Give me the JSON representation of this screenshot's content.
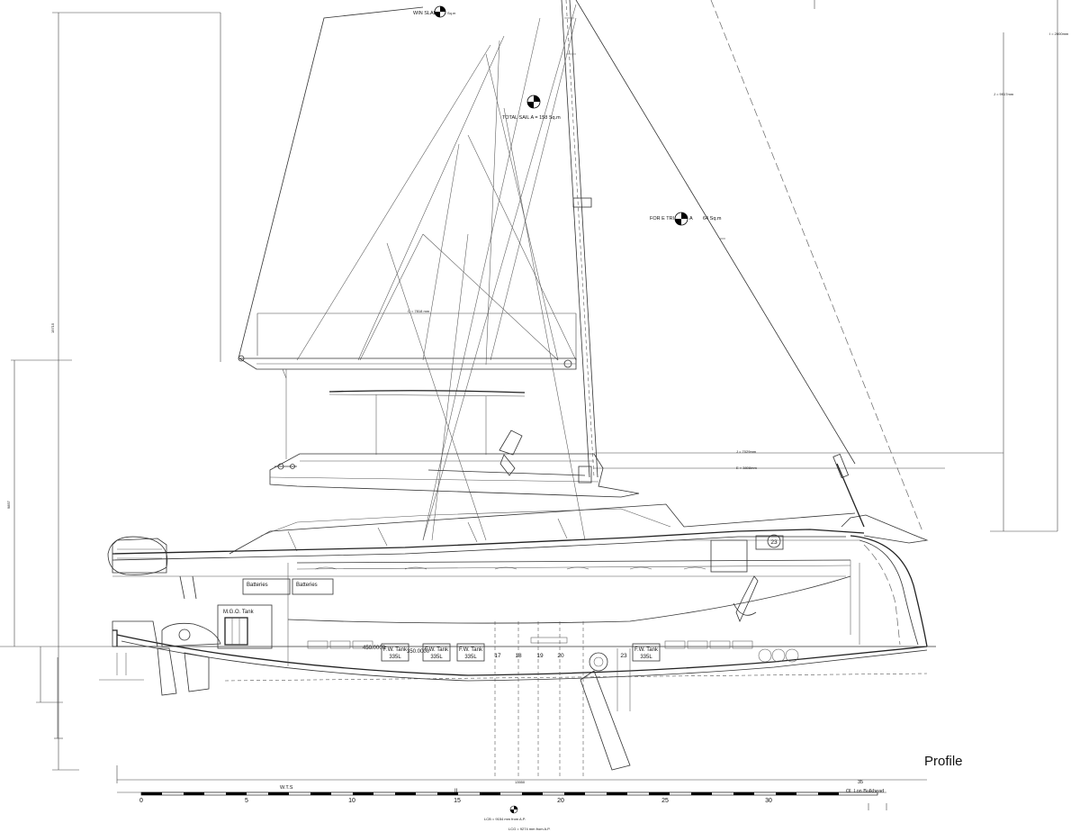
{
  "title": "Profile",
  "sail_labels": {
    "main_sail": "WIN SLAB",
    "main_sail_unit": "Sq.m",
    "total_sail": "TOTAL SAIL A = 158 Sq.m",
    "fore_triangle": "FOR E TRI",
    "fore_triangle_a": "A",
    "fore_triangle_area": "64 Sq.m"
  },
  "compartments": {
    "batteries_1": "Batteries",
    "batteries_2": "Batteries",
    "mgo_tank": "M.G.O. Tank",
    "mgo_cap_1": "450.0000",
    "mgo_cap_2": "350.0000"
  },
  "fw_tanks": [
    {
      "label": "F.W. Tank",
      "cap": "335L"
    },
    {
      "label": "F.W. Tank",
      "cap": "335L"
    },
    {
      "label": "F.W. Tank",
      "cap": "335L"
    },
    {
      "label": "F.W. Tank",
      "cap": "335L"
    }
  ],
  "frame_numbers": [
    "17",
    "18",
    "19",
    "20",
    "23"
  ],
  "bow_marker": "23",
  "scale": {
    "ticks": [
      "0",
      "5",
      "10",
      "15",
      "20",
      "25",
      "30"
    ],
    "roman_label": "II",
    "wts": "W.T.S",
    "bulkhead": "Ol_Lon Bulkhead",
    "end_num": "35"
  },
  "dims": {
    "height_total": "19715",
    "height_mid": "9857",
    "boom_len": "C = 7818 mm",
    "j_len": "J = 7029mm",
    "j2_len": "E = 3808mm",
    "lcb": "LCB = 9154 mm from A.P.",
    "lcg": "LCG = 9274 mm from A.P."
  }
}
